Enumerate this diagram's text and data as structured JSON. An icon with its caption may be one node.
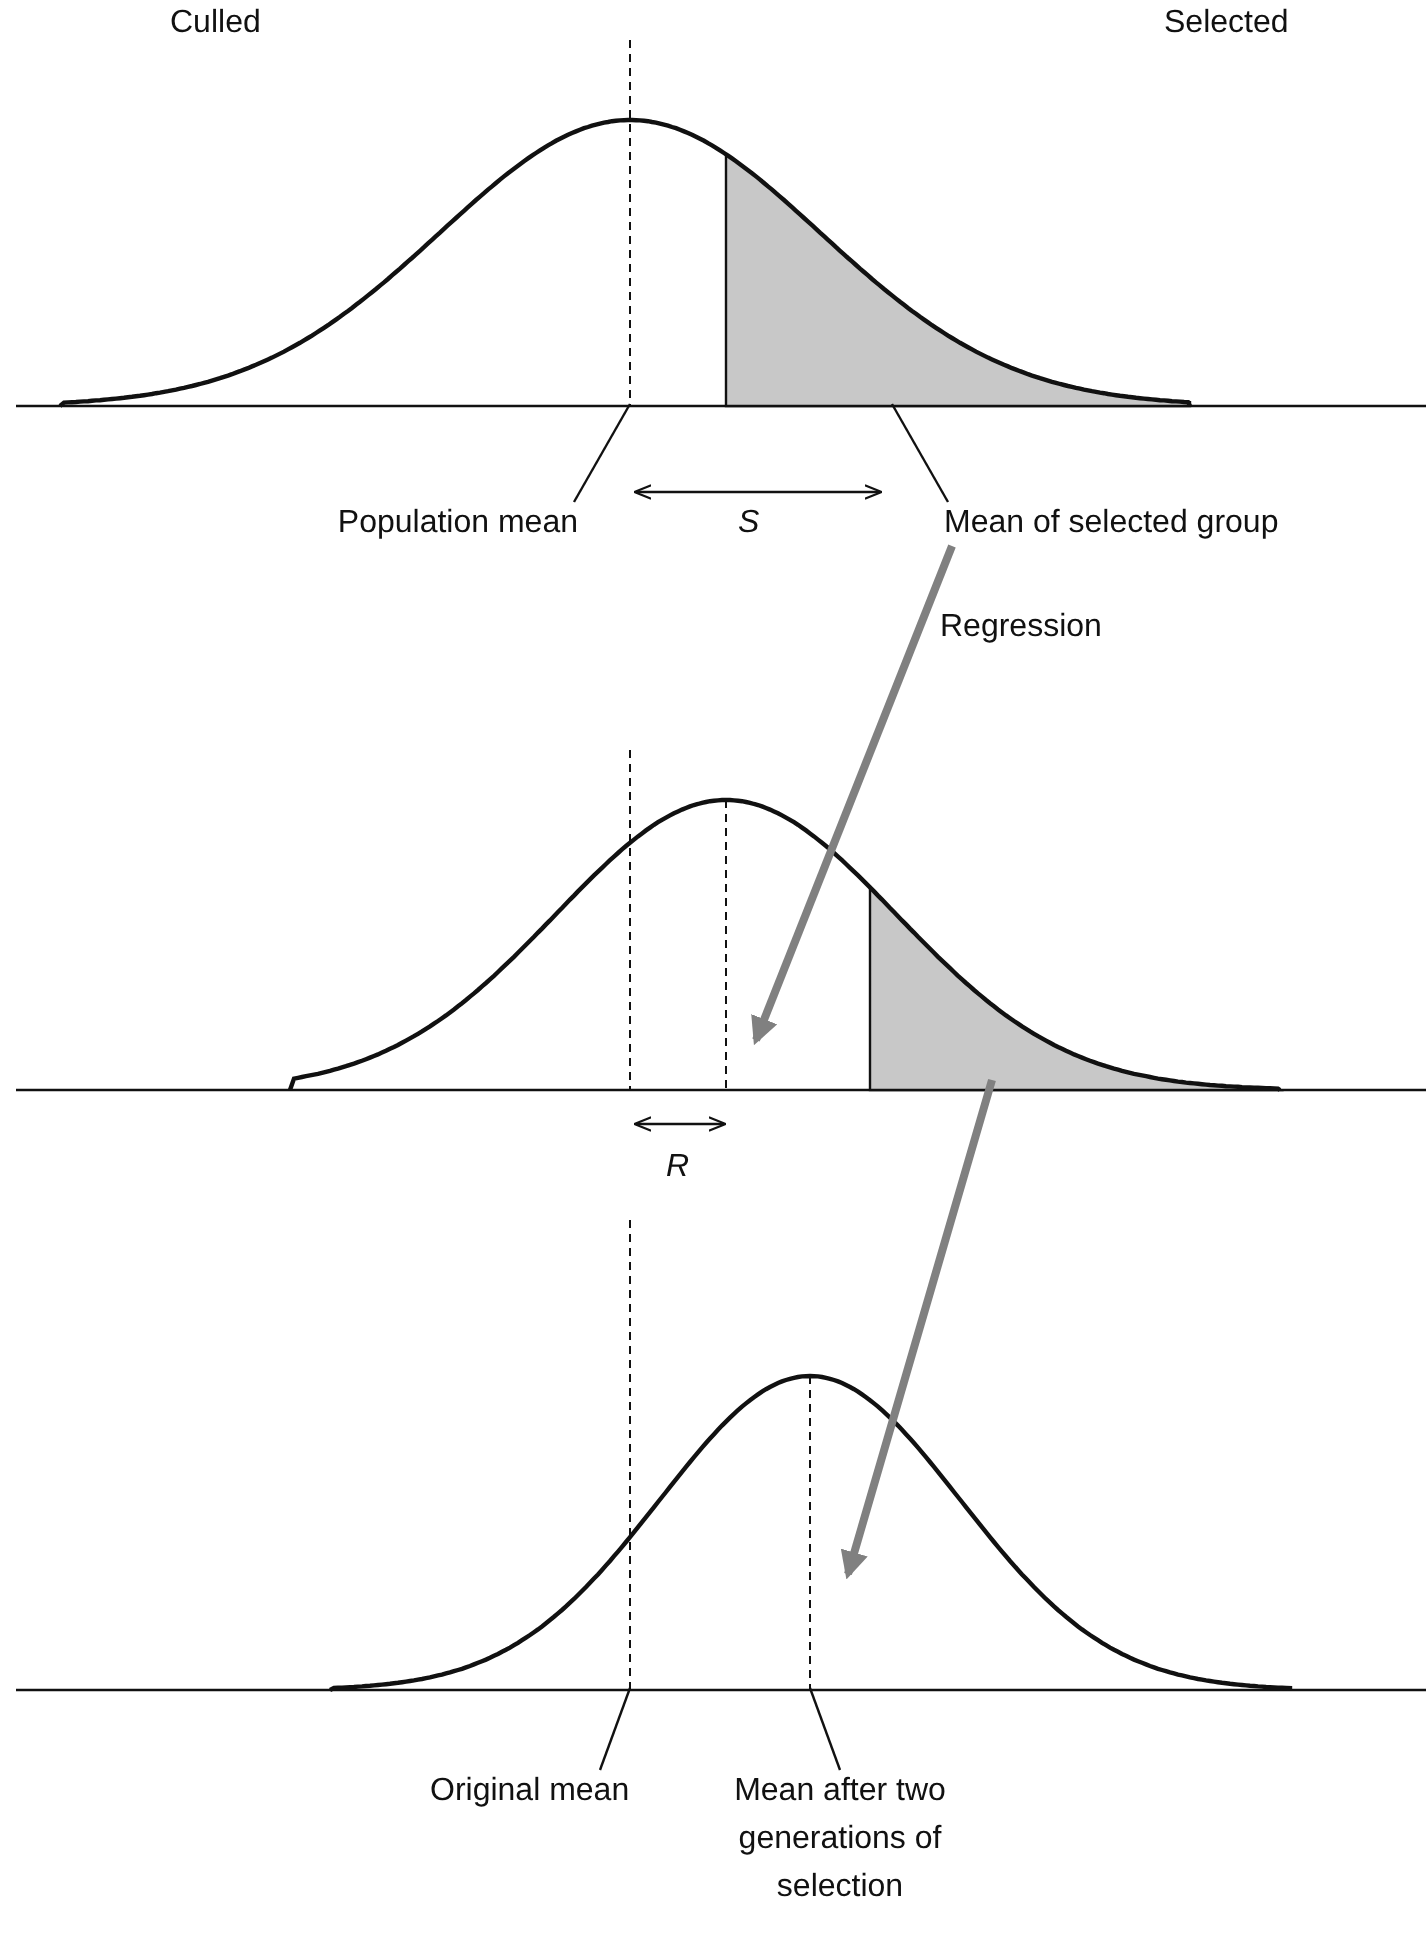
{
  "diagram": {
    "nodes": [
      {
        "text": [
          "Population mean"
        ]
      },
      {
        "text": [
          "Mean of selected group"
        ]
      },
      {
        "text": [
          "Original mean"
        ]
      },
      {
        "text": [
          "Mean after two generations of selection"
        ]
      },
      {
        "text": [],
        "shape": "curve"
      },
      {
        "text": [],
        "shape": "curve"
      },
      {
        "text": [],
        "shape": "curve"
      }
    ],
    "edges": [
      {
        "from": 0,
        "to": 4,
        "arrow": "none"
      },
      {
        "from": 1,
        "to": 4,
        "arrow": "none"
      },
      {
        "from": 2,
        "to": 6,
        "arrow": "none"
      },
      {
        "from": 3,
        "to": 6,
        "arrow": "none"
      },
      {
        "from": 1,
        "to": 5,
        "arrow": "to",
        "label": "Regression",
        "style": "thick",
        "color": "#808080"
      },
      {
        "from": 5,
        "to": 6,
        "arrow": "to",
        "style": "thick",
        "color": "#808080"
      }
    ],
    "labels": [
      "Culled",
      "Selected",
      "S",
      "R"
    ]
  }
}
